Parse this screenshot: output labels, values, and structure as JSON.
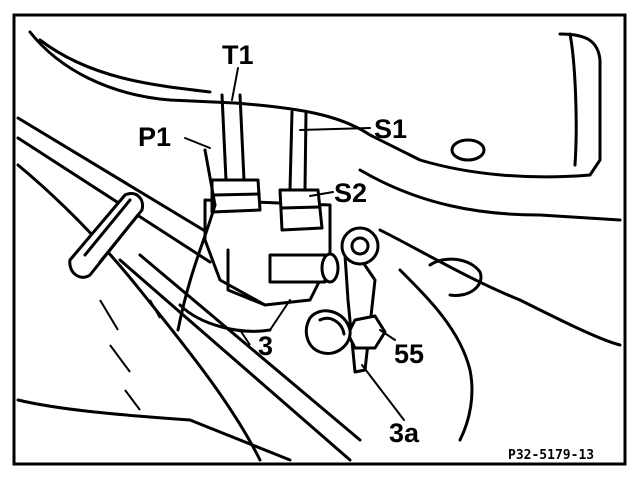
{
  "diagram": {
    "labels": {
      "t1": "T1",
      "p1": "P1",
      "s1": "S1",
      "s2": "S2",
      "l3": "3",
      "l55": "55",
      "l3a": "3a"
    },
    "reference_code": "P32-5179-13",
    "colors": {
      "ink": "#000000",
      "paper": "#ffffff"
    }
  }
}
